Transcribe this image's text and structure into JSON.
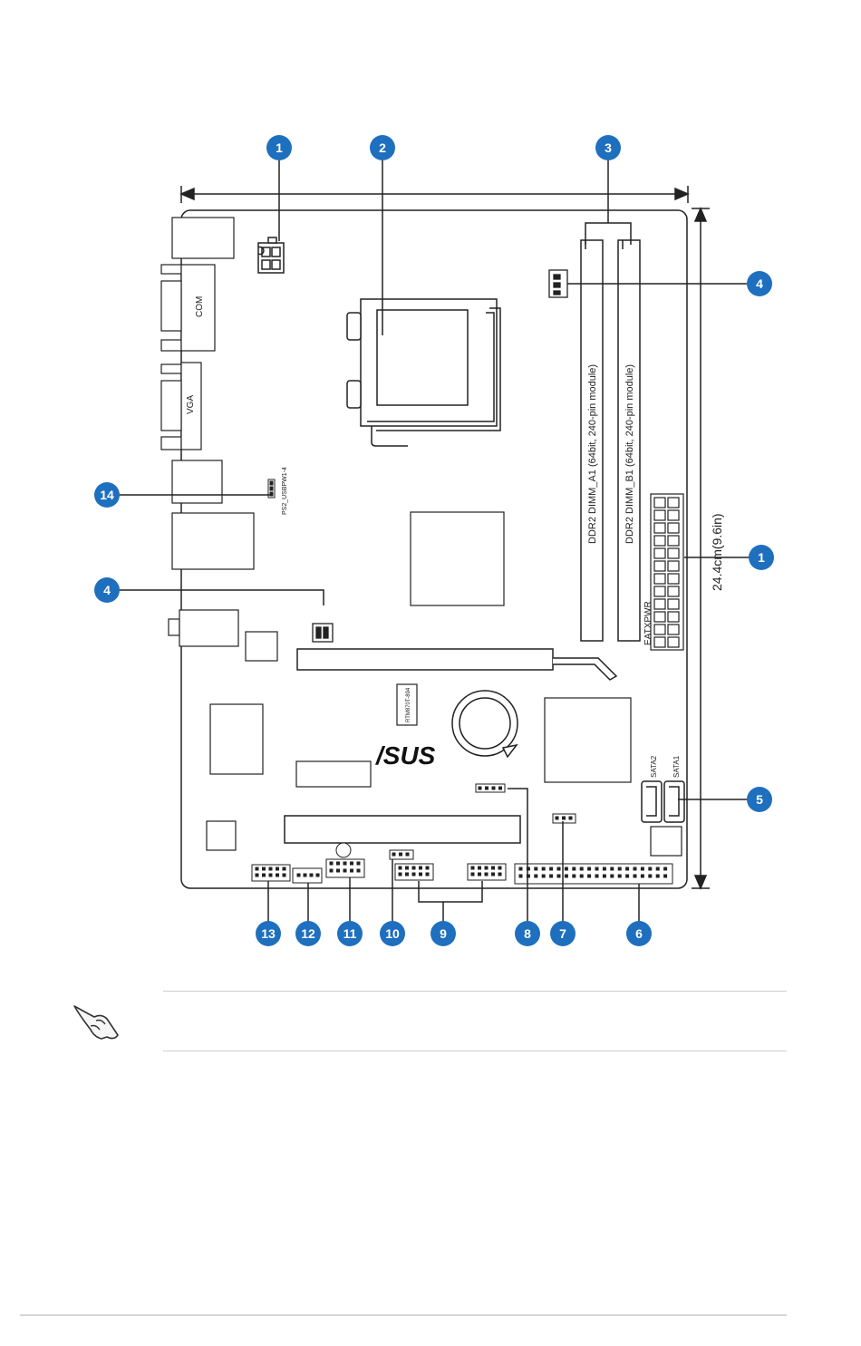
{
  "colors": {
    "callout": "#1f6fbf",
    "callout_text": "#ffffff",
    "line": "#2a2a2a",
    "board": "#ffffff"
  },
  "dimension_label": "24.4cm(9.6in)",
  "connector_labels": {
    "com": "COM",
    "vga": "VGA",
    "dimm_a1": "DDR2 DIMM_A1 (64bit, 240-pin module)",
    "dimm_b1": "DDR2 DIMM_B1 (64bit, 240-pin module)",
    "eatxpwr": "EATXPWR",
    "sata1": "SATA1",
    "sata2": "SATA2",
    "ps2_usbpw": "PS2_USBPW1-4",
    "chip_marking": "RTM870T-894",
    "brand": "/SUS"
  },
  "callouts": [
    "1",
    "2",
    "3",
    "4",
    "1",
    "5",
    "6",
    "7",
    "8",
    "9",
    "10",
    "11",
    "12",
    "13",
    "14",
    "4"
  ],
  "note_icon": "pointing-hand-icon"
}
